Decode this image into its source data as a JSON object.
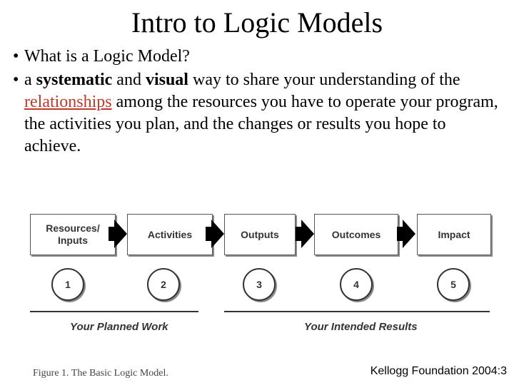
{
  "slide": {
    "title": "Intro to Logic Models",
    "bullet_1": "What is a Logic Model?",
    "bullet_2": {
      "a": "a ",
      "b": "systematic",
      "c": " and ",
      "d": "visual",
      "e": " way to share your understanding of the ",
      "f": "relationships",
      "g": " among the resources you have to operate your program, the activities you plan, and the changes or results you hope to achieve."
    },
    "bullet_glyph": "•"
  },
  "diagram": {
    "boxes": [
      "Resources/\nInputs",
      "Activities",
      "Outputs",
      "Outcomes",
      "Impact"
    ],
    "numbers": [
      "1",
      "2",
      "3",
      "4",
      "5"
    ],
    "planned_label": "Your Planned Work",
    "intended_label": "Your Intended Results"
  },
  "footer": {
    "caption": "Figure 1. The Basic Logic Model.",
    "credit": "Kellogg Foundation 2004:3"
  },
  "colors": {
    "highlight": "#c0392b"
  }
}
